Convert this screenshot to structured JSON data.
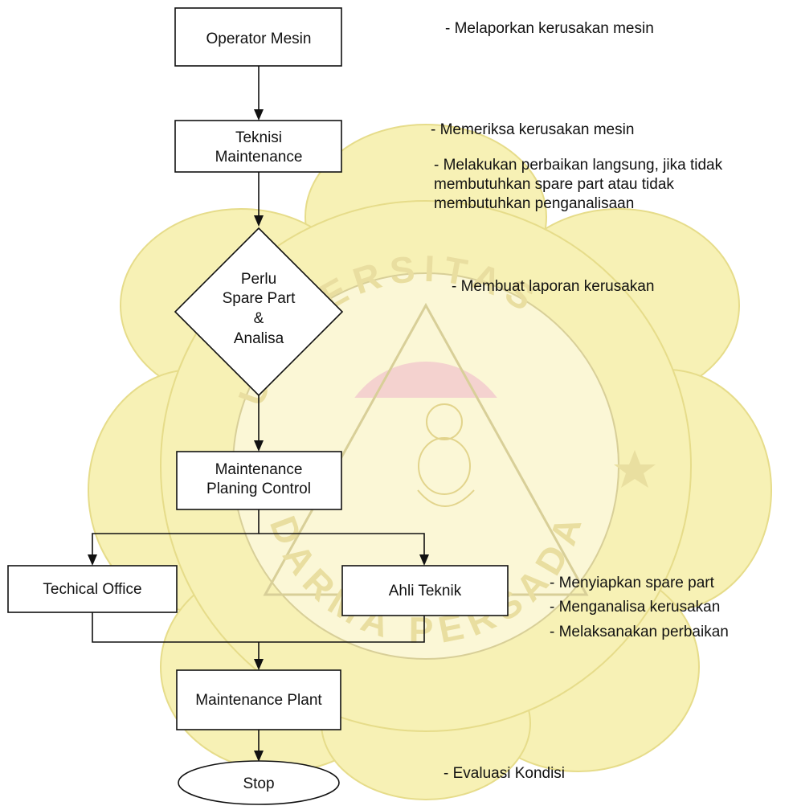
{
  "nodes": {
    "operator": {
      "label": "Operator Mesin"
    },
    "teknisi": {
      "line1": "Teknisi",
      "line2": "Maintenance"
    },
    "decision": {
      "line1": "Perlu",
      "line2": "Spare Part",
      "line3": "&",
      "line4": "Analisa"
    },
    "mpc": {
      "line1": "Maintenance",
      "line2": "Planing Control"
    },
    "techical_office": {
      "label": "Techical Office"
    },
    "ahli_teknik": {
      "label": "Ahli Teknik"
    },
    "maintenance_plant": {
      "label": "Maintenance Plant"
    },
    "stop": {
      "label": "Stop"
    }
  },
  "notes": {
    "n1": "- Melaporkan kerusakan mesin",
    "n2": "- Memeriksa kerusakan mesin",
    "n3a": "- Melakukan perbaikan langsung, jika tidak",
    "n3b": "membutuhkan spare part atau tidak",
    "n3c": "membutuhkan penganalisaan",
    "n4": "- Membuat laporan kerusakan",
    "n5": "- Menyiapkan spare part",
    "n6": "- Menganalisa kerusakan",
    "n7": "- Melaksanakan perbaikan",
    "n8": "- Evaluasi Kondisi"
  },
  "watermark": {
    "ring_text": "UNIVERSITAS DARMA PERSADA",
    "colors": {
      "petal": "#f7f1b5",
      "petal_edge": "#e6dc8a",
      "red": "#f4d2cf",
      "line": "#d8cf98",
      "gold": "#f6e08a"
    }
  }
}
